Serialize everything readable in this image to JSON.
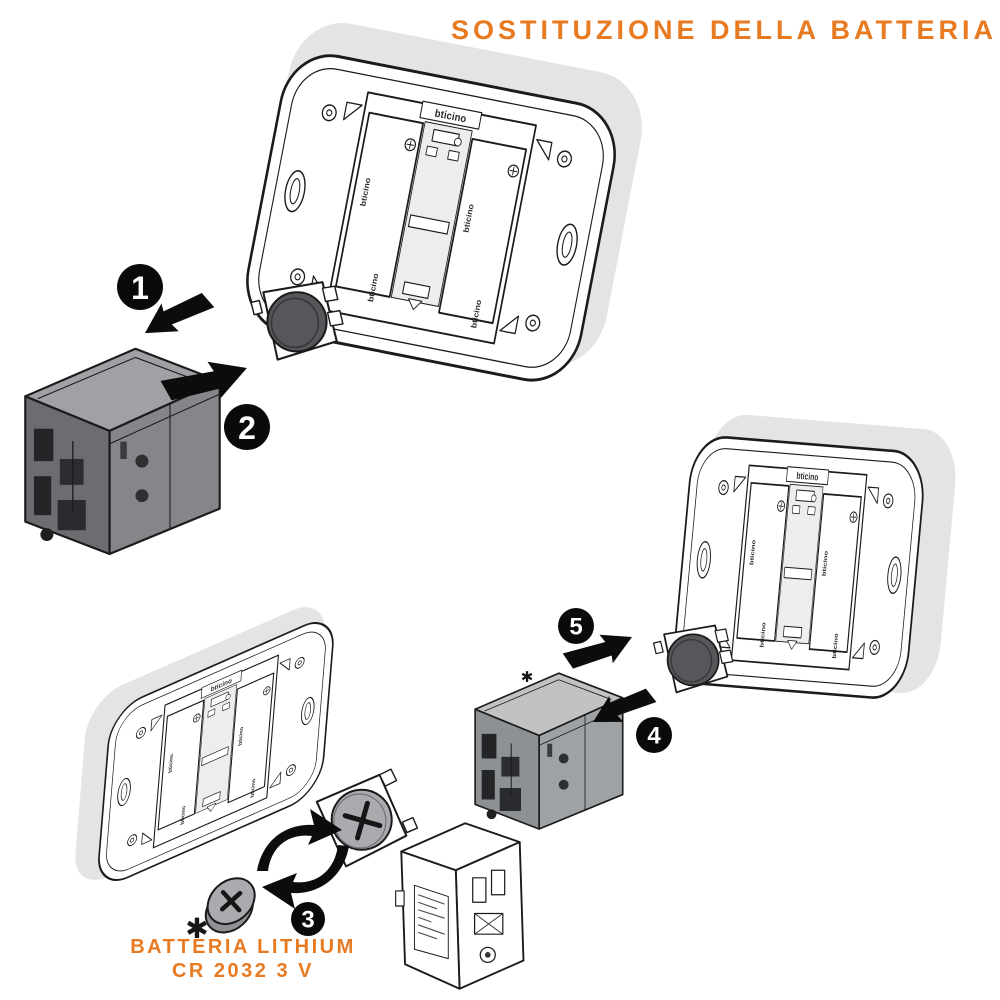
{
  "title": "SOSTITUZIONE DELLA BATTERIA",
  "brand": "bticino",
  "battery_label": {
    "line1": "BATTERIA LITHIUM",
    "line2": "CR 2032 3 V"
  },
  "steps": [
    {
      "number": "1"
    },
    {
      "number": "2"
    },
    {
      "number": "3"
    },
    {
      "number": "4"
    },
    {
      "number": "5"
    }
  ],
  "symbols": {
    "asterisk": "✱"
  },
  "colors": {
    "accent": "#E87A22",
    "shadow": "#E3E4E6",
    "line": "#1B1B1B",
    "badge-bg": "#0A0A0A",
    "badge-text": "#FFFFFF",
    "arrow": "#0C0C0C",
    "module-dark-top": "#9FA1A5",
    "module-dark-side": "#84868A",
    "module-dark-left": "#6B6D71",
    "module-light-top": "#C0C2C4",
    "module-light-side": "#9FA2A5",
    "module-light-left": "#8E9194",
    "cover-disc": "#55575A",
    "battery-face": "#A9ABAE",
    "battery-edge": "#8F9194",
    "plate-fill": "#FFFFFF",
    "frame-opening": "#EDEDEF"
  }
}
